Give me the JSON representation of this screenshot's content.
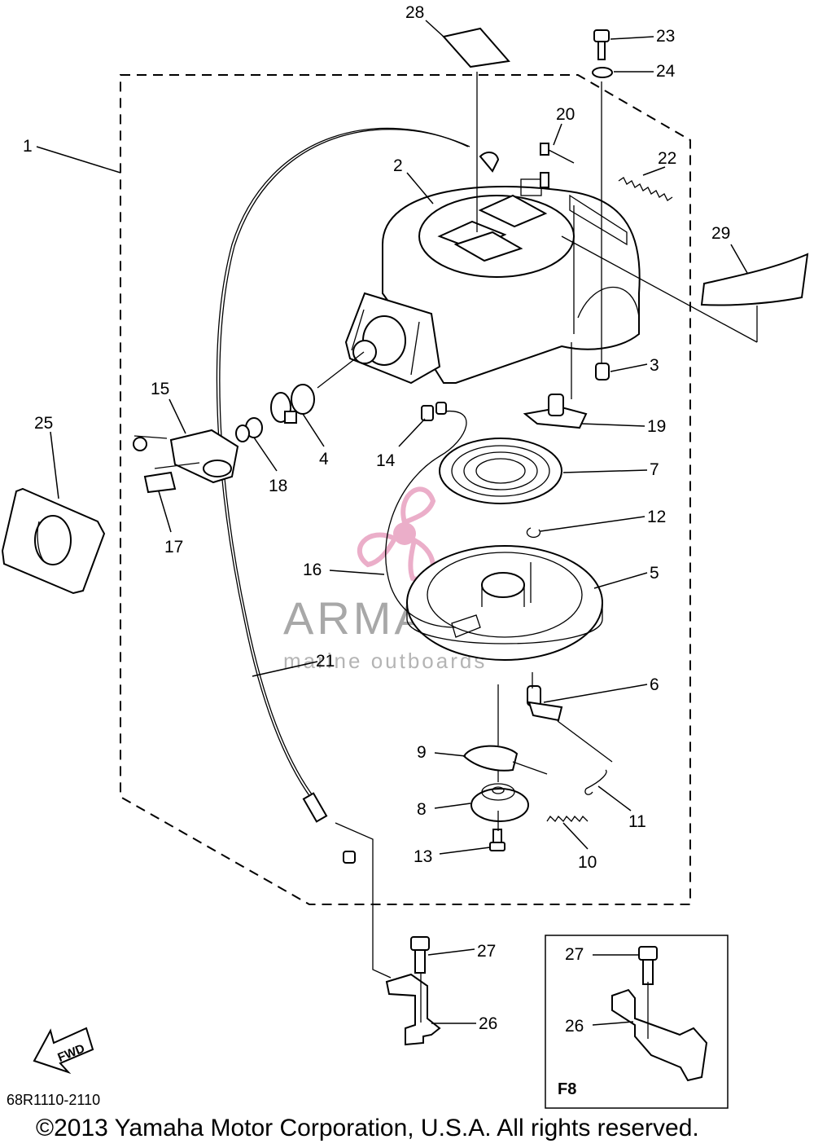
{
  "diagram": {
    "part_numbers": [
      "1",
      "2",
      "3",
      "4",
      "5",
      "6",
      "7",
      "8",
      "9",
      "10",
      "11",
      "12",
      "13",
      "14",
      "15",
      "16",
      "17",
      "18",
      "19",
      "20",
      "21",
      "22",
      "23",
      "24",
      "25",
      "26",
      "27",
      "28",
      "29"
    ],
    "inset": {
      "label": "F8",
      "part_numbers": [
        "27",
        "26"
      ]
    },
    "fwd_arrow": "FWD",
    "drawing_code": "68R1110-2110",
    "copyright": "©2013 Yamaha Motor Corporation, U.S.A. All rights reserved."
  },
  "watermark": {
    "brand": "ARMADA",
    "tagline": "marine outboards",
    "color": "#e8a0c0"
  }
}
